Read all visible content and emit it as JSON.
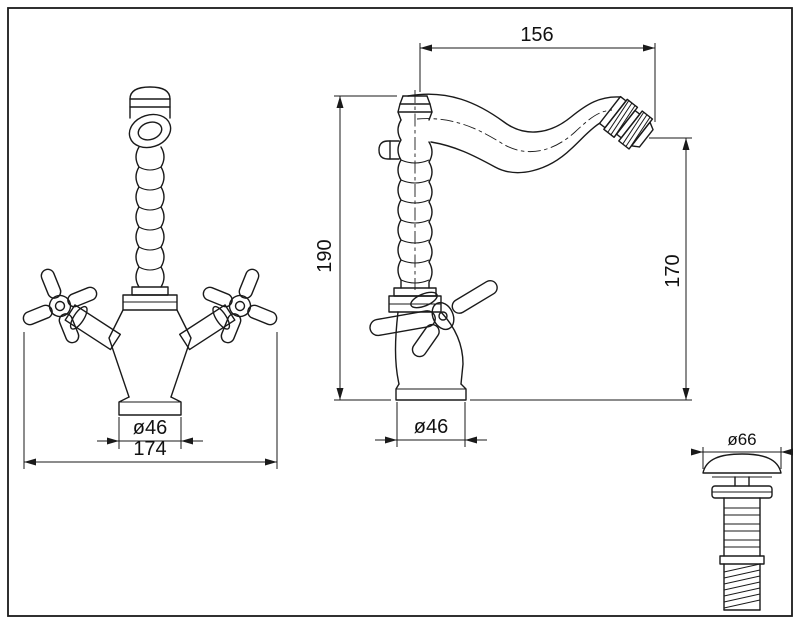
{
  "drawing": {
    "background": "#ffffff",
    "line_color": "#1a1a1a",
    "dimensions": {
      "front_width": "174",
      "front_base_diameter": "ø46",
      "side_spout_reach": "156",
      "side_total_height": "190",
      "side_spout_height": "170",
      "side_base_diameter": "ø46",
      "drain_cap_diameter": "ø66"
    }
  }
}
